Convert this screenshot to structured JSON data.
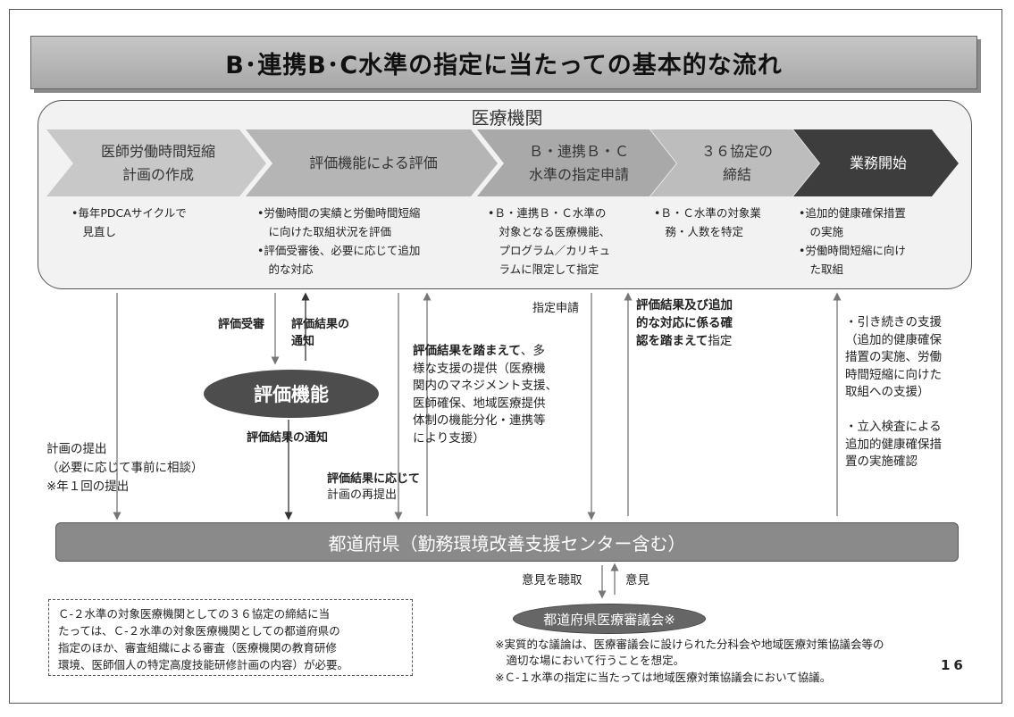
{
  "title": "B･連携B･C水準の指定に当たっての基本的な流れ",
  "institution": "医療機関",
  "steps": [
    {
      "label": "医師労働時間短縮\n計画の作成",
      "bullets": "•毎年PDCAサイクルで\n　見直し"
    },
    {
      "label": "評価機能による評価",
      "bullets": "•労働時間の実績と労働時間短縮\n　に向けた取組状況を評価\n•評価受審後、必要に応じて追加\n　的な対応"
    },
    {
      "label": "Ｂ・連携Ｂ・Ｃ\n水準の指定申請",
      "bullets": "•Ｂ・連携Ｂ・Ｃ水準の\n　対象となる医療機能、\n　プログラム／カリキュ\n　ラムに限定して指定"
    },
    {
      "label": "３６協定の\n締結",
      "bullets": "•Ｂ・Ｃ水準の対象業\n　務・人数を特定"
    },
    {
      "label": "業務開始",
      "bullets": "•追加的健康確保措置\n　の実施\n•労働時間短縮に向け\n　た取組"
    }
  ],
  "flow": {
    "plan_submit": "計画の提出\n（必要に応じて事前に相談）\n※年１回の提出",
    "eval_receive": "評価受審",
    "eval_result_notice": "評価結果の\n通知",
    "eval_org": "評価機能",
    "eval_result_notice2": "評価結果の通知",
    "resubmit_bold": "評価結果に応じて",
    "resubmit_rest": "計画の再提出",
    "support_bold": "評価結果を踏まえて",
    "support_rest": "、多\n様な支援の提供（医療機\n関内のマネジメント支援、\n医師確保、地域医療提供\n体制の機能分化・連携等\nにより支援）",
    "designation_apply": "指定申請",
    "designate_bold": "評価結果及び追加\n的な対応に係る確\n認を踏まえて",
    "designate_rest": "指定",
    "continued_support": "・引き続きの支援\n（追加的健康確保\n措置の実施、労働\n時間短縮に向けた\n取組への支援）\n\n・立入検査による\n追加的健康確保措\n置の実施確認"
  },
  "prefecture": "都道府県（勤務環境改善支援センター含む）",
  "hearing": "意見を聴取",
  "opinion": "意見",
  "council": "都道府県医療審議会※",
  "c2_note": "Ｃ-２水準の対象医療機関としての３６協定の締結に当\nたっては、Ｃ-２水準の対象医療機関としての都道府県の\n指定のほか、審査組織による審査（医療機関の教育研修\n環境、医師個人の特定高度技能研修計画の内容）が必要。",
  "footnote1": "※実質的な議論は、医療審議会に設けられた分科会や地域医療対策協議会等の\n　適切な場において行うことを想定。",
  "footnote2": "※Ｃ-１水準の指定に当たっては地域医療対策協議会において協議。",
  "page_number": "16",
  "colors": {
    "chevron_light": "#c8c8c8",
    "chevron_mid": "#a9a9a9",
    "chevron_dark": "#3d3d3d",
    "prefecture_bar": "#8a8a8a"
  }
}
